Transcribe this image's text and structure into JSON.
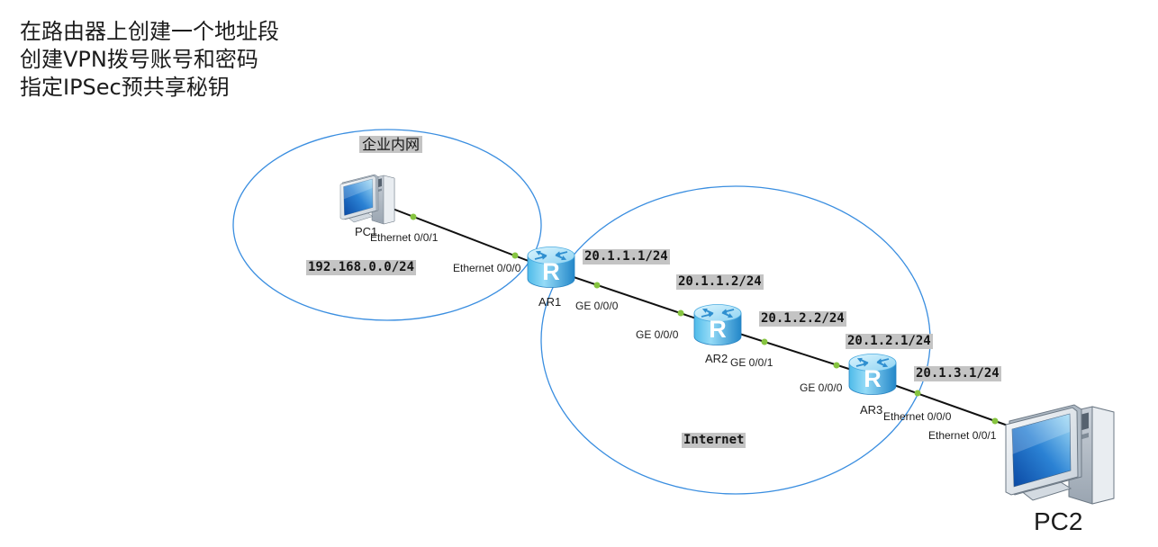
{
  "notes": [
    "在路由器上创建一个地址段",
    "创建VPN拨号账号和密码",
    "指定IPSec预共享秘钥"
  ],
  "zones": {
    "intranet": {
      "label": "企业内网",
      "subnet": "192.168.0.0/24"
    },
    "internet": {
      "label": "Internet"
    }
  },
  "devices": {
    "pc1": {
      "label": "PC1",
      "icon": "pc-icon"
    },
    "ar1": {
      "label": "AR1",
      "icon": "router-icon",
      "glyph": "R"
    },
    "ar2": {
      "label": "AR2",
      "icon": "router-icon",
      "glyph": "R"
    },
    "ar3": {
      "label": "AR3",
      "icon": "router-icon",
      "glyph": "R"
    },
    "pc2": {
      "label": "PC2",
      "icon": "pc-icon"
    }
  },
  "links": [
    {
      "a_port": "Ethernet 0/0/1",
      "b_port": "Ethernet 0/0/0"
    },
    {
      "a_port": "GE 0/0/0",
      "b_port": "GE 0/0/0",
      "a_address": "20.1.1.1/24",
      "b_address": "20.1.1.2/24"
    },
    {
      "a_port": "GE 0/0/1",
      "b_port": "GE 0/0/0",
      "a_address": "20.1.2.2/24",
      "b_address": "20.1.2.1/24"
    },
    {
      "a_port": "Ethernet 0/0/0",
      "b_port": "Ethernet 0/0/1",
      "a_address": "20.1.3.1/24"
    }
  ],
  "colors": {
    "zone_outline": "#3a8ee0",
    "link": "#111111",
    "port_dot": "#86c440",
    "label_bg": "#c4c4c4",
    "text": "#1c1c1c"
  }
}
